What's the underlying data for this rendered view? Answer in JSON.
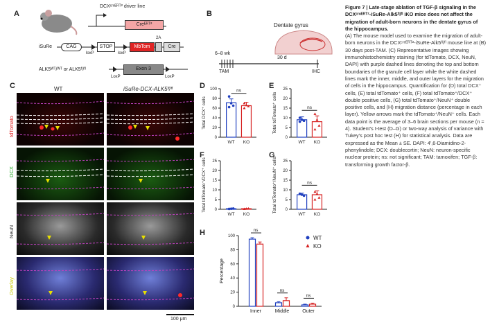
{
  "panelA": {
    "label": "A",
    "driver_line": "DCXᶜʳᵉᴱᴿᵀ² driver line",
    "cre_box": "Creᴱᴿᵀ²",
    "isure": "iSuRe",
    "cag": "CAG",
    "stop": "STOP",
    "mbtom": "MbTom",
    "twoA": "2A",
    "cre": "Cre",
    "loxp": "loxP",
    "alk5": "ALK5ᵂᵀ/ᵂᵀ or ALK5ᶠˡ/ᶠˡ",
    "exon3": "Exon 3",
    "loxp_small": "LoxP"
  },
  "panelB": {
    "label": "B",
    "title": "Dentate gyrus",
    "age": "6–8 wk",
    "duration": "30 d",
    "tam": "TAM",
    "ihc": "IHC"
  },
  "panelC": {
    "label": "C",
    "col_wt": "WT",
    "col_ko": "iSuRe-DCX-ALK5ᶠˡ/ᶠˡ",
    "rows": [
      "tdTomato",
      "DCX",
      "NeuN",
      "Overlay"
    ],
    "scale": "100 μm"
  },
  "colors": {
    "wt": "#1f3fbf",
    "ko": "#d62020",
    "red_signal": "#e01818",
    "green_signal": "#22aa22",
    "magenta_line": "#c040c0"
  },
  "chart_data": [
    {
      "panel": "D",
      "type": "bar",
      "categories": [
        "WT",
        "KO"
      ],
      "values": [
        71,
        65
      ],
      "errors": [
        8,
        7
      ],
      "points": [
        [
          84,
          70,
          65,
          62
        ],
        [
          70,
          66,
          64,
          60
        ]
      ],
      "ylabel": "Total DCX⁺ cells",
      "ylim": [
        0,
        100
      ],
      "yticks": [
        0,
        20,
        40,
        60,
        80,
        100
      ],
      "sig": "ns"
    },
    {
      "panel": "E",
      "type": "bar",
      "categories": [
        "WT",
        "KO"
      ],
      "values": [
        9,
        8
      ],
      "errors": [
        1.5,
        3
      ],
      "points": [
        [
          10,
          9,
          8.5,
          8
        ],
        [
          12,
          9,
          6,
          4
        ]
      ],
      "ylabel": "Total tdTomato⁺ cells",
      "ylim": [
        0,
        25
      ],
      "yticks": [
        0,
        5,
        10,
        15,
        20,
        25
      ],
      "sig": "ns"
    },
    {
      "panel": "F",
      "type": "bar",
      "categories": [
        "WT",
        "KO"
      ],
      "values": [
        0.3,
        0.3
      ],
      "errors": [
        0.1,
        0.1
      ],
      "points": [
        [
          0.2,
          0.3,
          0.4
        ],
        [
          0.2,
          0.3,
          0.4
        ]
      ],
      "ylabel": "Total tdTomato⁺/DCX⁺ cells",
      "ylim": [
        0,
        25
      ],
      "yticks": [
        0,
        5,
        10,
        15,
        20,
        25
      ],
      "sig": ""
    },
    {
      "panel": "G",
      "type": "bar",
      "categories": [
        "WT",
        "KO"
      ],
      "values": [
        7.5,
        7.5
      ],
      "errors": [
        0.8,
        2
      ],
      "points": [
        [
          8,
          7.5,
          7
        ],
        [
          9,
          8,
          6,
          5
        ]
      ],
      "ylabel": "Total tdTomato⁺/NeuN⁺ cells",
      "ylim": [
        0,
        25
      ],
      "yticks": [
        0,
        5,
        10,
        15,
        20,
        25
      ],
      "sig": "ns"
    },
    {
      "panel": "H",
      "type": "bar",
      "categories": [
        "Inner",
        "Middle",
        "Outer"
      ],
      "series": [
        {
          "name": "WT",
          "values": [
            95,
            5,
            2
          ],
          "errors": [
            2,
            1.5,
            1
          ]
        },
        {
          "name": "KO",
          "values": [
            88,
            8,
            3
          ],
          "errors": [
            3,
            4,
            1.5
          ]
        }
      ],
      "ylabel": "Percentage",
      "ylim": [
        0,
        100
      ],
      "yticks": [
        0,
        20,
        40,
        60,
        80,
        100
      ],
      "sig": [
        "ns",
        "ns",
        "ns"
      ]
    }
  ],
  "caption": {
    "title": "Figure 7 | Late-stage ablation of TGF-β signaling in the DCXᶜʳᵉᴱᴿᵀ²-iSuRe-Alk5ᶠˡ/ᶠˡ iKO mice does not affect the migration of adult-born neurons in the dentate gyrus of the hippocampus.",
    "body": "(A) The mouse model used to examine the migration of adult-born neurons in the DCXᶜʳᵉᴱᴿᵀ²-iSuRe-Alk5ᶠˡ/ᶠˡ mouse line at (B) 30 days post-TAM. (C) Representative images showing immunohistochemistry staining (for tdTomato, DCX, NeuN, DAPI) with purple dashed lines denoting the top and bottom boundaries of the granule cell layer while the white dashed lines mark the inner, middle, and outer layers for the migration of cells in the hippocampus. Quantification for (D) total DCX⁺ cells, (E) total tdTomato⁺ cells, (F) total tdTomato⁺/DCX⁺ double positive cells, (G) total tdTomato⁺/NeuN⁺ double positive cells, and (H) migration distance (percentage in each layer). Yellow arrows mark the tdTomato⁺/NeuN⁺ cells. Each data point is the average of 3–6 brain sections per mouse (n = 4). Student’s t-test (D–G) or two-way analysis of variance with Tukey’s post hoc test (H) for statistical analysis. Data are expressed as the Mean ± SE. DAPI: 4′,6-Diamidino-2-phenylindole; DCX: doublecortin; NeuN: neuron-specific nuclear protein; ns: not significant; TAM: tamoxifen; TGF-β: transforming growth factor-β."
  }
}
